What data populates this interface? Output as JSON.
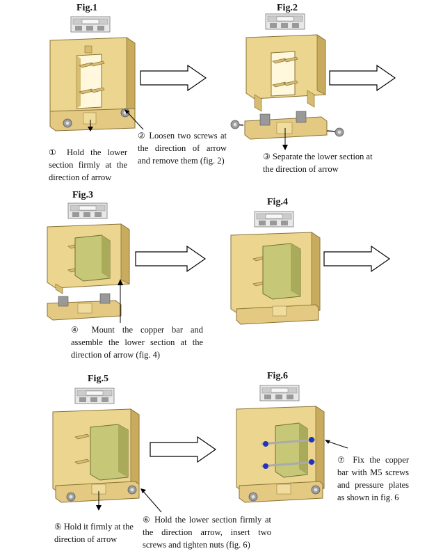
{
  "figures": {
    "fig1": {
      "title": "Fig.1"
    },
    "fig2": {
      "title": "Fig.2"
    },
    "fig3": {
      "title": "Fig.3"
    },
    "fig4": {
      "title": "Fig.4"
    },
    "fig5": {
      "title": "Fig.5"
    },
    "fig6": {
      "title": "Fig.6"
    }
  },
  "steps": {
    "s1": {
      "num": "①",
      "text": "Hold the lower section firmly at the direction of arrow"
    },
    "s2": {
      "num": "②",
      "text": "Loosen two screws at the direction of arrow and remove them (fig. 2)"
    },
    "s3": {
      "num": "③",
      "text": "Separate the lower section at the direction of arrow"
    },
    "s4": {
      "num": "④",
      "text": "Mount the copper bar and assemble the lower section at the direction of arrow (fig. 4)"
    },
    "s5": {
      "num": "⑤",
      "text": "Hold it firmly at the direction of arrow"
    },
    "s6": {
      "num": "⑥",
      "text": "Hold the lower section firmly at the direction arrow, insert two screws and tighten nuts (fig. 6)"
    },
    "s7": {
      "num": "⑦",
      "text": "Fix the copper bar with M5 screws and pressure plates as shown in fig. 6"
    }
  },
  "colors": {
    "body": "#ecd58f",
    "body_dark": "#c9ab5e",
    "busbar": "#c6c777",
    "screw_blue": "#2233bb"
  }
}
